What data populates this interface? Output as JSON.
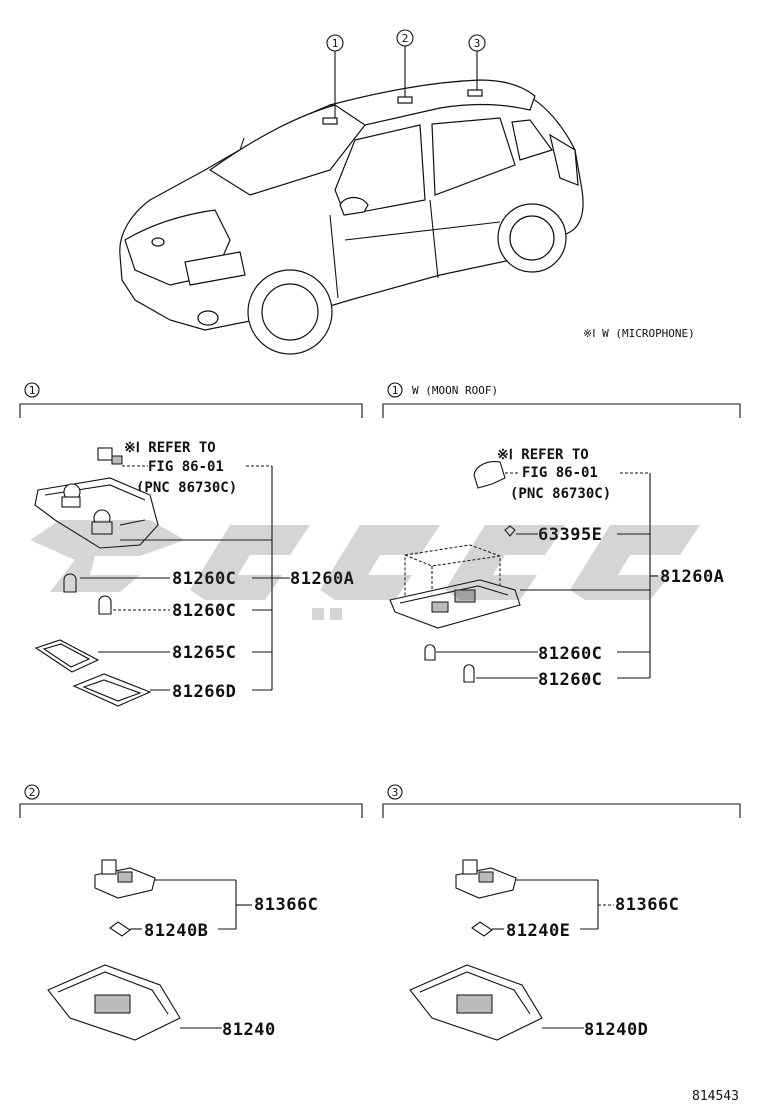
{
  "car": {
    "callouts": [
      "1",
      "2",
      "3"
    ],
    "note": "※Ⅰ  W (MICROPHONE)"
  },
  "watermark": "cylgc",
  "sections": [
    {
      "id": "1",
      "header_note": "",
      "refer_note": [
        "※Ⅰ REFER TO",
        "FIG 86-01",
        "(PNC 86730C)"
      ],
      "parts": [
        "81260C",
        "81260A",
        "81260C",
        "81265C",
        "81266D"
      ]
    },
    {
      "id": "1",
      "header_note": "W (MOON ROOF)",
      "refer_note": [
        "※Ⅰ REFER TO",
        "FIG 86-01",
        "(PNC 86730C)"
      ],
      "parts": [
        "63395E",
        "81260A",
        "81260C",
        "81260C"
      ]
    },
    {
      "id": "2",
      "header_note": "",
      "parts": [
        "81366C",
        "81240B",
        "81240"
      ]
    },
    {
      "id": "3",
      "header_note": "",
      "parts": [
        "81366C",
        "81240E",
        "81240D"
      ]
    }
  ],
  "figure_number": "814543"
}
